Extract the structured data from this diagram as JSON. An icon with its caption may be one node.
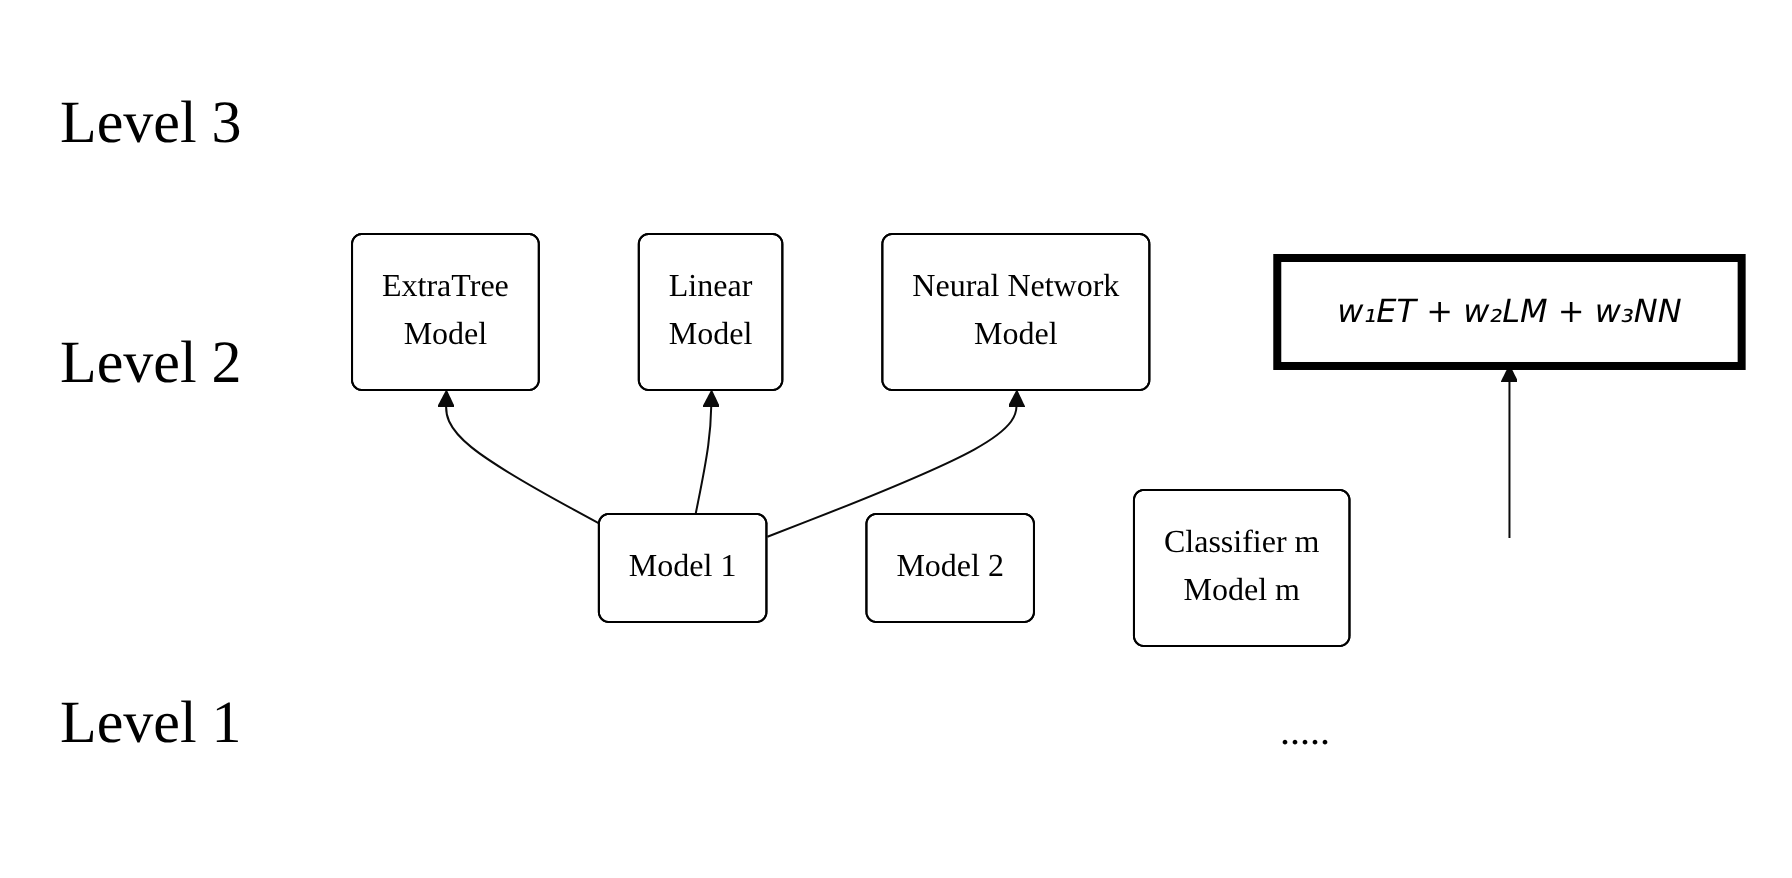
{
  "diagram": {
    "nodes": [
      {
        "text": [
          "w₁ET + w₂LM + w₃NN"
        ]
      },
      {
        "text": [
          "ExtraTree",
          "Model"
        ]
      },
      {
        "text": [
          "Linear",
          "Model"
        ]
      },
      {
        "text": [
          "Neural Network",
          "Model"
        ]
      },
      {
        "text": [
          "Model 1"
        ]
      },
      {
        "text": [
          "Model 2"
        ]
      },
      {
        "text": [
          "Classifier  m",
          "Model m"
        ]
      }
    ],
    "edges": [
      {
        "from": 4,
        "to": 1,
        "arrow": "to"
      },
      {
        "from": 4,
        "to": 2,
        "arrow": "to"
      },
      {
        "from": 4,
        "to": 3,
        "arrow": "to"
      },
      {
        "from": null,
        "to": 0,
        "arrow": "to"
      }
    ],
    "labels": [
      "Level 3",
      "Level 2",
      "Level 1",
      "....."
    ]
  }
}
